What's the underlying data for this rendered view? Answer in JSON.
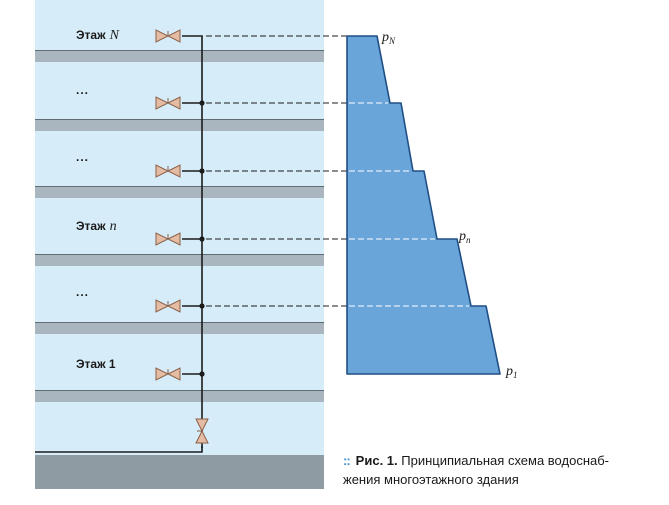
{
  "floors": {
    "top": {
      "label": "Этаж",
      "var": "N"
    },
    "middle": {
      "label": "Этаж",
      "var": "n"
    },
    "bottom": {
      "label": "Этаж 1"
    },
    "ellipsis": "..."
  },
  "pressure_labels": {
    "top": {
      "base": "p",
      "sub": "N"
    },
    "middle": {
      "base": "p",
      "sub": "n"
    },
    "bottom": {
      "base": "p",
      "sub": "1"
    }
  },
  "caption": {
    "bullet": "::",
    "number": "Рис. 1.",
    "text": "Принципиальная схема водоснаб-жения многоэтажного здания"
  },
  "colors": {
    "building_bg": "#d6ecf8",
    "floor_slab": "#a9b6bf",
    "foundation": "#8f9ba3",
    "pipe": "#1c1c1c",
    "valve": "#e3bca3",
    "pressure_fill": "#6aa5da",
    "pressure_edge": "#1f4f86",
    "caption_bullet": "#3b8fd0"
  }
}
